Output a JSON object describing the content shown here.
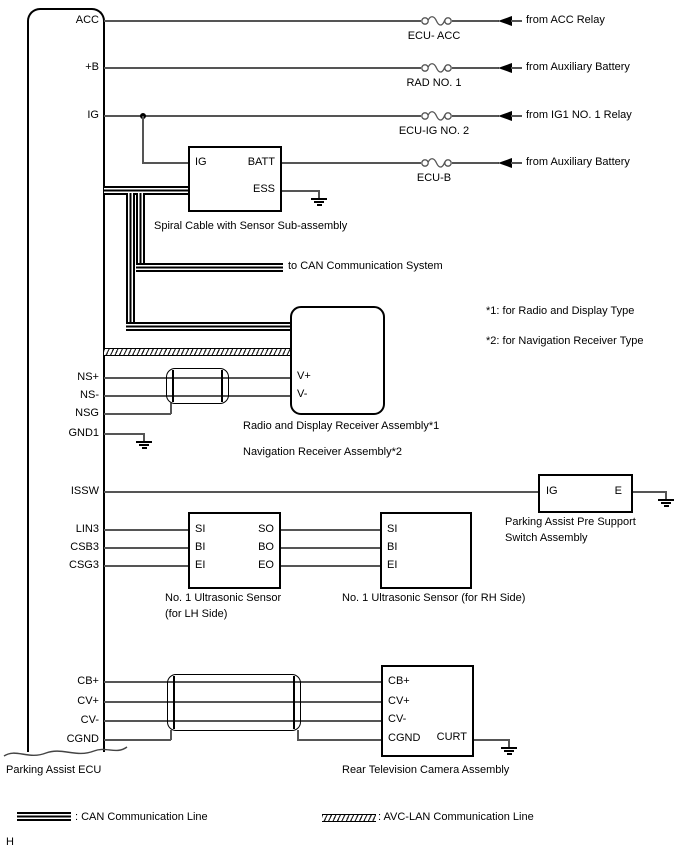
{
  "diagram": {
    "ecu": {
      "name": "Parking Assist ECU",
      "pins": [
        "ACC",
        "+B",
        "IG",
        "NS+",
        "NS-",
        "NSG",
        "GND1",
        "ISSW",
        "LIN3",
        "CSB3",
        "CSG3",
        "CB+",
        "CV+",
        "CV-",
        "CGND"
      ]
    },
    "power": [
      {
        "fuse": "ECU- ACC",
        "source": "from ACC Relay"
      },
      {
        "fuse": "RAD NO. 1",
        "source": "from Auxiliary Battery"
      },
      {
        "fuse": "ECU-IG NO. 2",
        "source": "from IG1 NO. 1 Relay"
      },
      {
        "fuse": "ECU-B",
        "source": "from Auxiliary Battery"
      }
    ],
    "spiral_cable": {
      "pins": [
        "IG",
        "BATT",
        "ESS"
      ],
      "label": "Spiral Cable with Sensor Sub-assembly"
    },
    "can_branch_label": "to CAN Communication System",
    "notes": [
      "*1: for Radio and Display Type",
      "*2: for Navigation Receiver Type"
    ],
    "receiver": {
      "pins": [
        "V+",
        "V-"
      ],
      "labels": [
        "Radio and Display Receiver Assembly*1",
        "Navigation Receiver Assembly*2"
      ]
    },
    "support_switch": {
      "pins": [
        "IG",
        "E"
      ],
      "label": [
        "Parking Assist Pre Support",
        "Switch Assembly"
      ]
    },
    "sensor_lh": {
      "pins_in": [
        "SI",
        "BI",
        "EI"
      ],
      "pins_out": [
        "SO",
        "BO",
        "EO"
      ],
      "label": [
        "No. 1 Ultrasonic Sensor",
        "(for LH Side)"
      ]
    },
    "sensor_rh": {
      "pins_in": [
        "SI",
        "BI",
        "EI"
      ],
      "label": "No. 1 Ultrasonic Sensor (for RH Side)"
    },
    "camera": {
      "pins_in": [
        "CB+",
        "CV+",
        "CV-",
        "CGND"
      ],
      "pin_out": "CURT",
      "label": "Rear Television Camera Assembly"
    },
    "legend": {
      "can": ": CAN Communication Line",
      "avc_lan": ": AVC-LAN Communication Line"
    },
    "page_marker": "H"
  },
  "colors": {
    "wire": "#555555",
    "outline": "#000000"
  }
}
